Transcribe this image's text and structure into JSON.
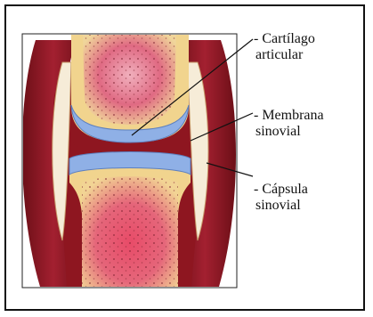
{
  "labels": {
    "cartilage_line1": "- Cartílago",
    "cartilage_line2": "articular",
    "membrane_line1": "- Membrana",
    "membrane_line2": "sinovial",
    "capsule_line1": "- Cápsula",
    "capsule_line2": "sinovial"
  },
  "colors": {
    "bone_marrow": "#d8405a",
    "bone_outer": "#f1d48e",
    "cartilage": "#8fb0e6",
    "capsule": "#8e1620",
    "synovial_cavity": "#f6ecd8"
  }
}
